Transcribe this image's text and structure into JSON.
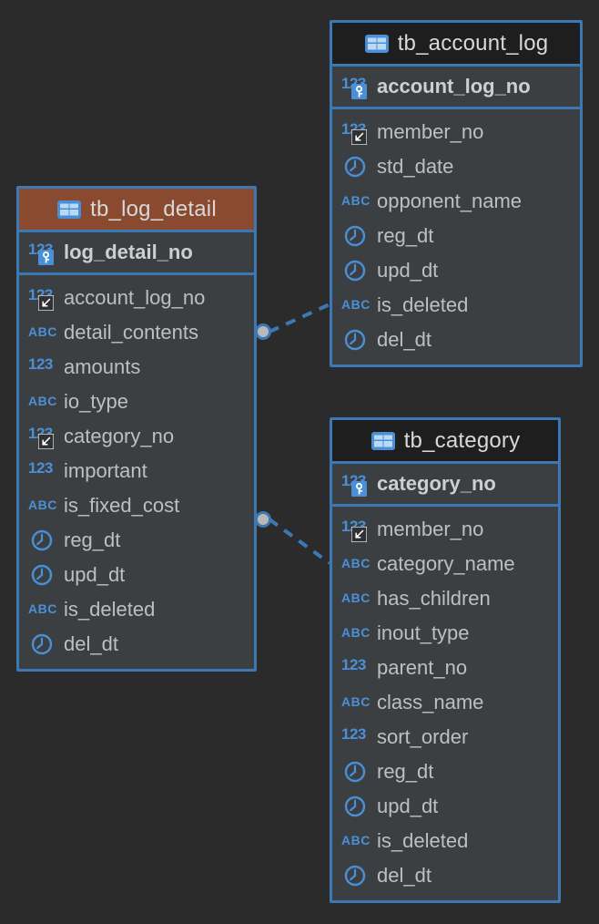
{
  "canvas": {
    "background": "#2b2b2b",
    "accent": "#3c78b4",
    "header_bg": "#1e1e1e",
    "header_selected_bg": "#8a4a2f",
    "row_bg": "#3c3f41",
    "icon_blue": "#4a90d9",
    "text": "#bfbfbf"
  },
  "tables": [
    {
      "name": "tb_account_log",
      "selected": false,
      "icon": "table-icon",
      "primary_key": {
        "name": "account_log_no",
        "icon": "number-key-icon",
        "type": "123",
        "key": "pk"
      },
      "fields": [
        {
          "name": "member_no",
          "icon": "number-fk-icon",
          "type": "123",
          "key": "fk"
        },
        {
          "name": "std_date",
          "icon": "clock-icon",
          "type": "date"
        },
        {
          "name": "opponent_name",
          "icon": "abc-icon",
          "type": "ABC"
        },
        {
          "name": "reg_dt",
          "icon": "clock-icon",
          "type": "date"
        },
        {
          "name": "upd_dt",
          "icon": "clock-icon",
          "type": "date"
        },
        {
          "name": "is_deleted",
          "icon": "abc-icon",
          "type": "ABC"
        },
        {
          "name": "del_dt",
          "icon": "clock-icon",
          "type": "date"
        }
      ]
    },
    {
      "name": "tb_log_detail",
      "selected": true,
      "icon": "table-icon",
      "primary_key": {
        "name": "log_detail_no",
        "icon": "number-key-icon",
        "type": "123",
        "key": "pk"
      },
      "fields": [
        {
          "name": "account_log_no",
          "icon": "number-fk-icon",
          "type": "123",
          "key": "fk"
        },
        {
          "name": "detail_contents",
          "icon": "abc-icon",
          "type": "ABC"
        },
        {
          "name": "amounts",
          "icon": "number-icon",
          "type": "123"
        },
        {
          "name": "io_type",
          "icon": "abc-icon",
          "type": "ABC"
        },
        {
          "name": "category_no",
          "icon": "number-fk-icon",
          "type": "123",
          "key": "fk"
        },
        {
          "name": "important",
          "icon": "number-icon",
          "type": "123"
        },
        {
          "name": "is_fixed_cost",
          "icon": "abc-icon",
          "type": "ABC"
        },
        {
          "name": "reg_dt",
          "icon": "clock-icon",
          "type": "date"
        },
        {
          "name": "upd_dt",
          "icon": "clock-icon",
          "type": "date"
        },
        {
          "name": "is_deleted",
          "icon": "abc-icon",
          "type": "ABC"
        },
        {
          "name": "del_dt",
          "icon": "clock-icon",
          "type": "date"
        }
      ]
    },
    {
      "name": "tb_category",
      "selected": false,
      "icon": "table-icon",
      "primary_key": {
        "name": "category_no",
        "icon": "number-key-icon",
        "type": "123",
        "key": "pk"
      },
      "fields": [
        {
          "name": "member_no",
          "icon": "number-fk-icon",
          "type": "123",
          "key": "fk"
        },
        {
          "name": "category_name",
          "icon": "abc-icon",
          "type": "ABC"
        },
        {
          "name": "has_children",
          "icon": "abc-icon",
          "type": "ABC"
        },
        {
          "name": "inout_type",
          "icon": "abc-icon",
          "type": "ABC"
        },
        {
          "name": "parent_no",
          "icon": "number-icon",
          "type": "123"
        },
        {
          "name": "class_name",
          "icon": "abc-icon",
          "type": "ABC"
        },
        {
          "name": "sort_order",
          "icon": "number-icon",
          "type": "123"
        },
        {
          "name": "reg_dt",
          "icon": "clock-icon",
          "type": "date"
        },
        {
          "name": "upd_dt",
          "icon": "clock-icon",
          "type": "date"
        },
        {
          "name": "is_deleted",
          "icon": "abc-icon",
          "type": "ABC"
        },
        {
          "name": "del_dt",
          "icon": "clock-icon",
          "type": "date"
        }
      ]
    }
  ],
  "relations": [
    {
      "from": "tb_log_detail.account_log_no",
      "to": "tb_account_log.account_log_no",
      "style": "dashed"
    },
    {
      "from": "tb_log_detail.category_no",
      "to": "tb_category.category_no",
      "style": "dashed"
    }
  ]
}
